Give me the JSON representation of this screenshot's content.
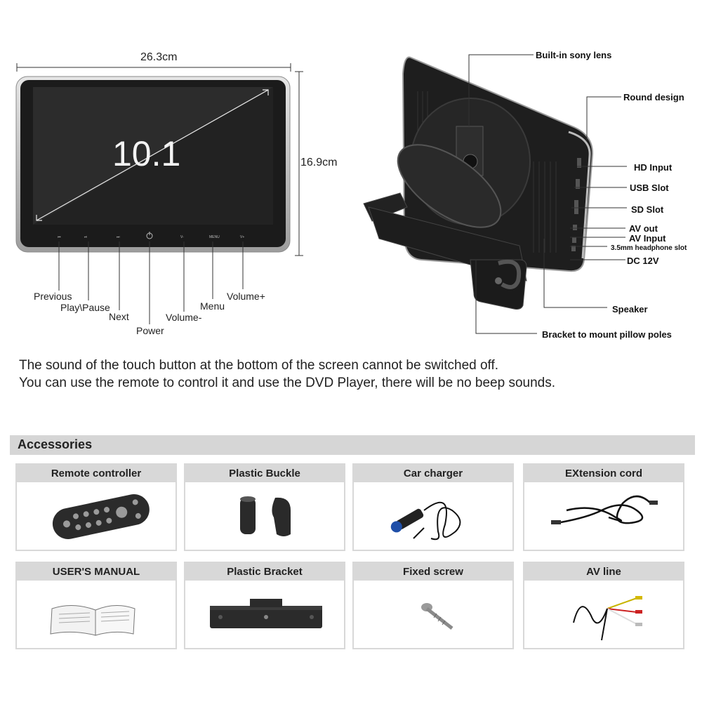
{
  "front": {
    "width_label": "26.3cm",
    "height_label": "16.9cm",
    "screen_text": "10.1",
    "buttons": [
      {
        "key": "previous",
        "label": "Previous"
      },
      {
        "key": "play_pause",
        "label": "Play\\Pause"
      },
      {
        "key": "next",
        "label": "Next"
      },
      {
        "key": "power",
        "label": "Power"
      },
      {
        "key": "volume_minus",
        "label": "Volume-"
      },
      {
        "key": "menu",
        "label": "Menu"
      },
      {
        "key": "volume_plus",
        "label": "Volume+"
      }
    ]
  },
  "rear": {
    "callouts": [
      "Built-in sony lens",
      "Round design",
      "HD  Input",
      "USB Slot",
      "SD Slot",
      "AV out",
      "AV Input",
      "3.5mm headphone slot",
      "DC 12V",
      "Speaker",
      "Bracket to mount pillow poles"
    ]
  },
  "notes": [
    "The sound of the touch button at the bottom of the screen cannot be switched off.",
    "You can use the remote to control it and use the DVD Player, there will be no beep sounds."
  ],
  "accessories": {
    "title": "Accessories",
    "items": [
      {
        "label": "Remote controller",
        "icon": "remote-icon"
      },
      {
        "label": "Plastic Buckle",
        "icon": "buckle-icon"
      },
      {
        "label": "Car charger",
        "icon": "car-charger-icon"
      },
      {
        "label": "EXtension cord",
        "icon": "cord-icon"
      },
      {
        "label": "USER'S MANUAL",
        "icon": "manual-icon"
      },
      {
        "label": "Plastic Bracket",
        "icon": "bracket-icon"
      },
      {
        "label": "Fixed screw",
        "icon": "screw-icon"
      },
      {
        "label": "AV line",
        "icon": "av-cable-icon"
      }
    ]
  }
}
